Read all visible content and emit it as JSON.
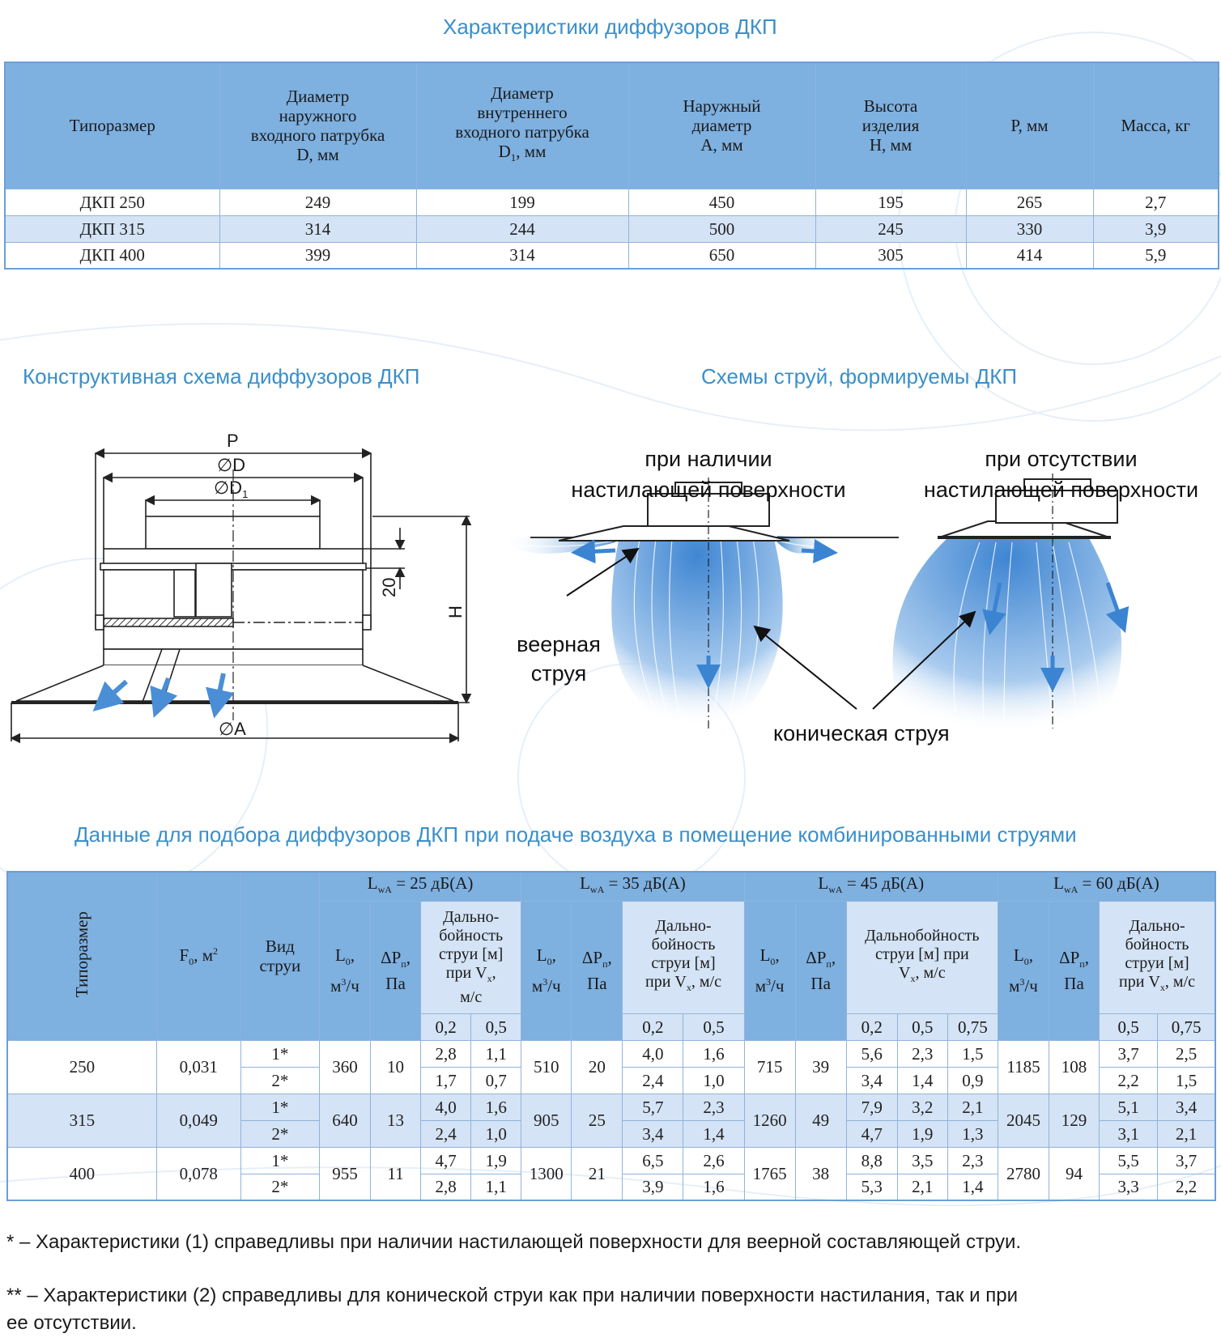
{
  "colors": {
    "accent": "#3a8fc9",
    "header_fill": "#7eb0e0",
    "alt_row": "#d4e3f5",
    "border": "#8fb4dc"
  },
  "section1": {
    "title": "Характеристики диффузоров ДКП",
    "headers": {
      "size": "Типоразмер",
      "d_line1": "Диаметр",
      "d_line2": "наружного",
      "d_line3": "входного патрубка",
      "d_line4": "D, мм",
      "d1_line1": "Диаметр",
      "d1_line2": "внутреннего",
      "d1_line3": "входного патрубка",
      "d1_line4a": "D",
      "d1_sub": "1",
      "d1_line4b": ", мм",
      "a_line1": "Наружный",
      "a_line2": "диаметр",
      "a_line3": "А, мм",
      "h_line1": "Высота",
      "h_line2": "изделия",
      "h_line3": "Н, мм",
      "p": "Р, мм",
      "mass": "Масса, кг"
    },
    "rows": [
      [
        "ДКП 250",
        "249",
        "199",
        "450",
        "195",
        "265",
        "2,7"
      ],
      [
        "ДКП 315",
        "314",
        "244",
        "500",
        "245",
        "330",
        "3,9"
      ],
      [
        "ДКП 400",
        "399",
        "314",
        "650",
        "305",
        "414",
        "5,9"
      ]
    ]
  },
  "section2": {
    "title_left": "Конструктивная схема диффузоров ДКП",
    "title_right": "Схемы струй, формируемы ДКП",
    "drawing": {
      "p": "P",
      "d": "∅D",
      "d1": "∅D",
      "d1_sub": "1",
      "dim20": "20",
      "h": "H",
      "a": "∅A"
    },
    "jets": {
      "with_surface_l1": "при наличии",
      "with_surface_l2": "настилающей поверхности",
      "without_surface_l1": "при отсутствии",
      "without_surface_l2": "настилающей поверхности",
      "fan_l1": "веерная",
      "fan_l2": "струя",
      "conical": "коническая струя"
    }
  },
  "section3": {
    "title": "Данные для подбора диффузоров ДКП при подаче воздуха в помещение комбинированными струями",
    "headers": {
      "size": "Типоразмер",
      "f0_a": "F",
      "f0_sub": "0",
      "f0_b": ", м",
      "f0_sup": "2",
      "jet_l1": "Вид",
      "jet_l2": "струи",
      "lwa": [
        {
          "l": "L",
          "sub": "wA",
          "rest": " = 25 дБ(А)"
        },
        {
          "l": "L",
          "sub": "wA",
          "rest": " = 35 дБ(А)"
        },
        {
          "l": "L",
          "sub": "wA",
          "rest": " = 45 дБ(А)"
        },
        {
          "l": "L",
          "sub": "wA",
          "rest": " = 60 дБ(А)"
        }
      ],
      "l0_a": "L",
      "l0_sub": "0",
      "l0_b": ",",
      "l0_c": "м",
      "l0_sup": "3",
      "l0_d": "/ч",
      "dp_a": "ΔP",
      "dp_sub": "п",
      "dp_b": ",",
      "dp_c": "Па",
      "range_1": {
        "l1": "Дально-",
        "l2": "бойность",
        "l3": "струи [м]",
        "l4": "при V",
        "sub": "x",
        "l4b": ",",
        "l5": "м/с"
      },
      "range_2": {
        "l1": "Дально-",
        "l2": "бойность",
        "l3": "струи [м]",
        "l4": "при V",
        "sub": "x",
        "l4b": ", м/с"
      },
      "range_3": {
        "l1": "Дальнобойность",
        "l2": "струи [м] при",
        "l3": "V",
        "sub": "x",
        "l3b": ", м/с"
      },
      "range_4": {
        "l1": "Дально-",
        "l2": "бойность",
        "l3": "струи [м]",
        "l4": "при V",
        "sub": "x",
        "l4b": ", м/с"
      },
      "vx": [
        [
          "0,2",
          "0,5"
        ],
        [
          "0,2",
          "0,5"
        ],
        [
          "0,2",
          "0,5",
          "0,75"
        ],
        [
          "0,5",
          "0,75"
        ]
      ]
    },
    "groups": [
      {
        "size": "250",
        "f0": "0,031",
        "lw25": {
          "l0": "360",
          "dp": "10"
        },
        "lw35": {
          "l0": "510",
          "dp": "20"
        },
        "lw45": {
          "l0": "715",
          "dp": "39"
        },
        "lw60": {
          "l0": "1185",
          "dp": "108"
        },
        "rows": [
          {
            "jet": "1*",
            "r25": [
              "2,8",
              "1,1"
            ],
            "r35": [
              "4,0",
              "1,6"
            ],
            "r45": [
              "5,6",
              "2,3",
              "1,5"
            ],
            "r60": [
              "3,7",
              "2,5"
            ]
          },
          {
            "jet": "2*",
            "r25": [
              "1,7",
              "0,7"
            ],
            "r35": [
              "2,4",
              "1,0"
            ],
            "r45": [
              "3,4",
              "1,4",
              "0,9"
            ],
            "r60": [
              "2,2",
              "1,5"
            ]
          }
        ]
      },
      {
        "size": "315",
        "f0": "0,049",
        "lw25": {
          "l0": "640",
          "dp": "13"
        },
        "lw35": {
          "l0": "905",
          "dp": "25"
        },
        "lw45": {
          "l0": "1260",
          "dp": "49"
        },
        "lw60": {
          "l0": "2045",
          "dp": "129"
        },
        "rows": [
          {
            "jet": "1*",
            "r25": [
              "4,0",
              "1,6"
            ],
            "r35": [
              "5,7",
              "2,3"
            ],
            "r45": [
              "7,9",
              "3,2",
              "2,1"
            ],
            "r60": [
              "5,1",
              "3,4"
            ]
          },
          {
            "jet": "2*",
            "r25": [
              "2,4",
              "1,0"
            ],
            "r35": [
              "3,4",
              "1,4"
            ],
            "r45": [
              "4,7",
              "1,9",
              "1,3"
            ],
            "r60": [
              "3,1",
              "2,1"
            ]
          }
        ]
      },
      {
        "size": "400",
        "f0": "0,078",
        "lw25": {
          "l0": "955",
          "dp": "11"
        },
        "lw35": {
          "l0": "1300",
          "dp": "21"
        },
        "lw45": {
          "l0": "1765",
          "dp": "38"
        },
        "lw60": {
          "l0": "2780",
          "dp": "94"
        },
        "rows": [
          {
            "jet": "1*",
            "r25": [
              "4,7",
              "1,9"
            ],
            "r35": [
              "6,5",
              "2,6"
            ],
            "r45": [
              "8,8",
              "3,5",
              "2,3"
            ],
            "r60": [
              "5,5",
              "3,7"
            ]
          },
          {
            "jet": "2*",
            "r25": [
              "2,8",
              "1,1"
            ],
            "r35": [
              "3,9",
              "1,6"
            ],
            "r45": [
              "5,3",
              "2,1",
              "1,4"
            ],
            "r60": [
              "3,3",
              "2,2"
            ]
          }
        ]
      }
    ]
  },
  "footnotes": {
    "note1": "* – Характеристики (1) справедливы при наличии настилающей поверхности для веерной составляющей струи.",
    "note2_l1": "** – Характеристики (2) справедливы для конической струи как при наличии поверхности настилания, так и при",
    "note2_l2": "ее отсутствии."
  }
}
